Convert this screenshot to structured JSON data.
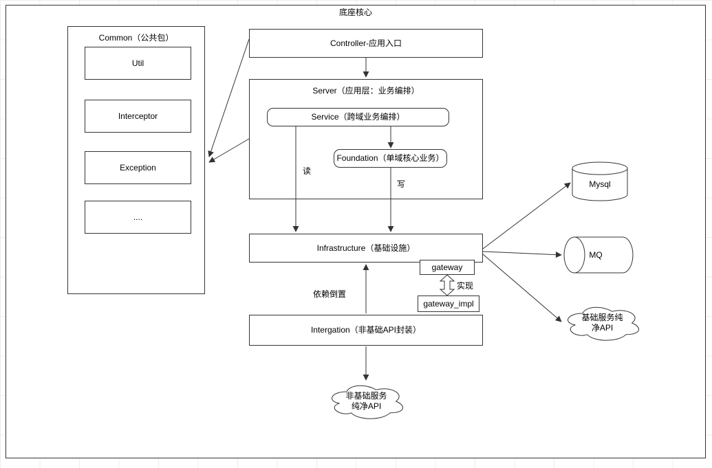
{
  "page": {
    "title": "底座核心"
  },
  "colors": {
    "stroke": "#333333",
    "background": "#ffffff"
  },
  "common": {
    "title": "Common（公共包）",
    "items": [
      {
        "label": "Util"
      },
      {
        "label": "Interceptor"
      },
      {
        "label": "Exception"
      },
      {
        "label": "...."
      }
    ]
  },
  "controller": {
    "label": "Controller-应用入口"
  },
  "server": {
    "title": "Server（应用层：业务编排）",
    "service": {
      "label": "Service（跨域业务编排）"
    },
    "foundation": {
      "label": "Foundation（单域核心业务）"
    }
  },
  "infrastructure": {
    "label": "Infrastructure（基础设施）"
  },
  "gateway": {
    "label": "gateway"
  },
  "gateway_impl": {
    "label": "gateway_impl"
  },
  "intergation": {
    "label": "Intergation（非基础API封装）"
  },
  "edge_labels": {
    "read": "读",
    "write": "写",
    "implement": "实现",
    "dependency_inversion": "依赖倒置"
  },
  "datastores": {
    "mysql": {
      "label": "Mysql"
    },
    "mq": {
      "label": "MQ"
    }
  },
  "clouds": {
    "non_basic": {
      "line1": "非基础服务",
      "line2": "纯净API"
    },
    "basic": {
      "line1": "基础服务纯",
      "line2": "净API"
    }
  }
}
